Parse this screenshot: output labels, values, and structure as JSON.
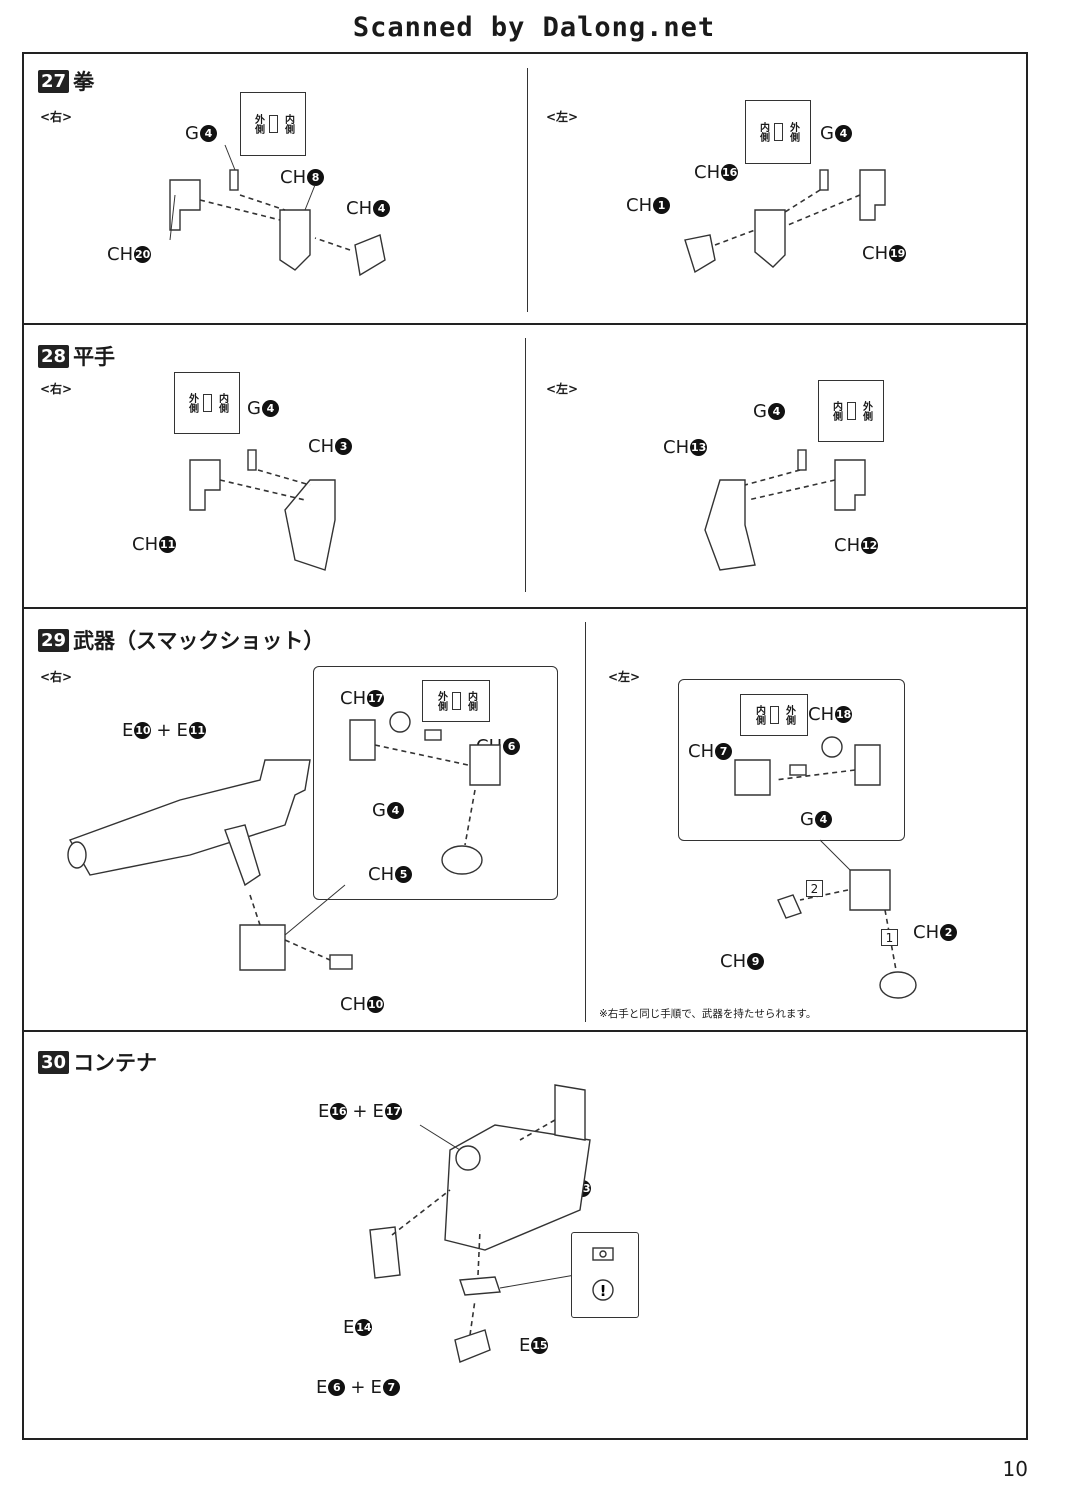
{
  "header": {
    "scan_credit": "Scanned by Dalong.net"
  },
  "steps": [
    {
      "num": "27",
      "title": "拳"
    },
    {
      "num": "28",
      "title": "平手"
    },
    {
      "num": "29",
      "title": "武器（スマックショット）"
    },
    {
      "num": "30",
      "title": "コンテナ"
    }
  ],
  "sides": {
    "right": "<右>",
    "left": "<左>"
  },
  "orientation": {
    "outer": "外側",
    "inner": "内側"
  },
  "parts": {
    "s27r": {
      "g": [
        "G",
        "4"
      ],
      "a": [
        "CH",
        "8"
      ],
      "b": [
        "CH",
        "4"
      ],
      "c": [
        "CH",
        "20"
      ]
    },
    "s27l": {
      "g": [
        "G",
        "4"
      ],
      "a": [
        "CH",
        "16"
      ],
      "b": [
        "CH",
        "1"
      ],
      "c": [
        "CH",
        "19"
      ]
    },
    "s28r": {
      "g": [
        "G",
        "4"
      ],
      "a": [
        "CH",
        "3"
      ],
      "c": [
        "CH",
        "11"
      ]
    },
    "s28l": {
      "g": [
        "G",
        "4"
      ],
      "a": [
        "CH",
        "13"
      ],
      "c": [
        "CH",
        "12"
      ]
    },
    "s29r": {
      "e1": [
        "E",
        "10"
      ],
      "e2": [
        "E",
        "11"
      ],
      "ch17": [
        "CH",
        "17"
      ],
      "ch6": [
        "CH",
        "6"
      ],
      "g4": [
        "G",
        "4"
      ],
      "ch5": [
        "CH",
        "5"
      ],
      "ch10": [
        "CH",
        "10"
      ]
    },
    "s29l": {
      "ch18": [
        "CH",
        "18"
      ],
      "ch7": [
        "CH",
        "7"
      ],
      "g4": [
        "G",
        "4"
      ],
      "ch2": [
        "CH",
        "2"
      ],
      "ch9": [
        "CH",
        "9"
      ]
    },
    "s30": {
      "e16": [
        "E",
        "16"
      ],
      "e17": [
        "E",
        "17"
      ],
      "e23": [
        "E",
        "23"
      ],
      "e14": [
        "E",
        "14"
      ],
      "e15": [
        "E",
        "15"
      ],
      "e6": [
        "E",
        "6"
      ],
      "e7": [
        "E",
        "7"
      ]
    }
  },
  "plus": "+",
  "order_numbers": [
    "1",
    "2"
  ],
  "note_left": "※右手と同じ手順で、武器を持たせられます。",
  "page_number": "10"
}
